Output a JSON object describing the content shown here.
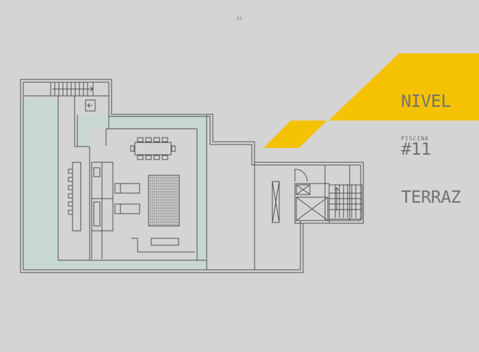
{
  "page": {
    "number": "21"
  },
  "title": {
    "line1": "NIVEL",
    "line2": "#11",
    "line3": "TERRAZ"
  },
  "subtitle": "PISCINA",
  "colors": {
    "background": "#d4d4d4",
    "accent_yellow": "#f5c202",
    "pool_green": "#c7d8d1",
    "lines": "#4a4a4a",
    "title_text": "#737373"
  }
}
